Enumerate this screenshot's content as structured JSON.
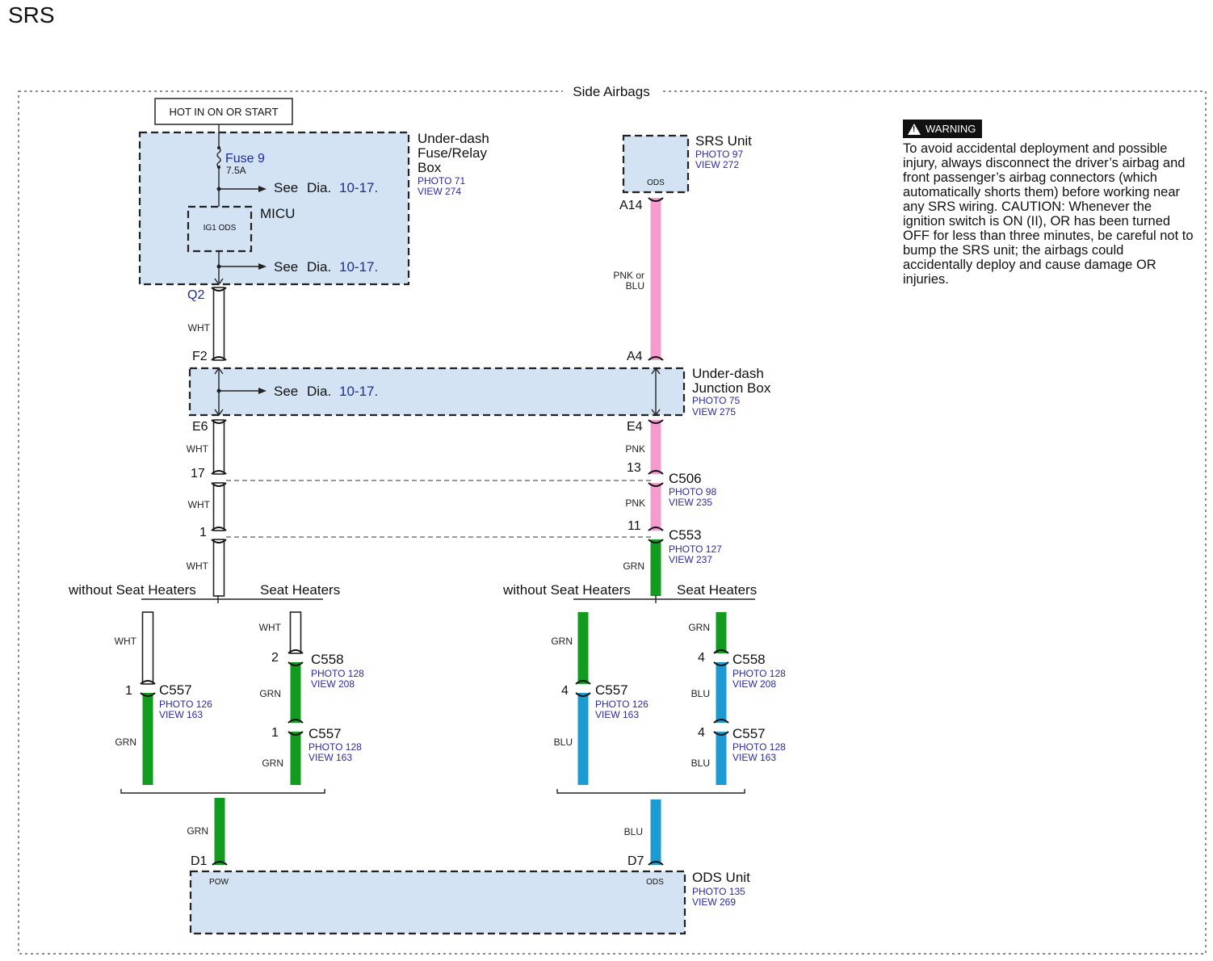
{
  "page_title": "SRS",
  "frame_title": "Side Airbags",
  "power_label": "HOT IN ON OR START",
  "see_dia": {
    "see": "See",
    "dia": "Dia.",
    "num": "10-17."
  },
  "fuse_box": {
    "name_lines": [
      "Under-dash",
      "Fuse/Relay",
      "Box"
    ],
    "photo": "PHOTO 71",
    "view": "VIEW 274",
    "fuse_name": "Fuse 9",
    "fuse_rating": "7.5A"
  },
  "micu": {
    "name": "MICU",
    "inner": "IG1 ODS"
  },
  "srs_unit": {
    "name": "SRS Unit",
    "photo": "PHOTO 97",
    "view": "VIEW 272",
    "inner": "ODS"
  },
  "junction_box": {
    "name_lines": [
      "Under-dash",
      "Junction Box"
    ],
    "photo": "PHOTO 75",
    "view": "VIEW 275"
  },
  "ods_unit": {
    "name": "ODS Unit",
    "photo": "PHOTO 135",
    "view": "VIEW 269",
    "pin_left": "POW",
    "pin_right": "ODS"
  },
  "pins": {
    "q2": "Q2",
    "f2": "F2",
    "e6": "E6",
    "a14": "A14",
    "a4": "A4",
    "e4": "E4",
    "d1": "D1",
    "d7": "D7",
    "c506_left": "17",
    "c506_right": "13",
    "c553_left": "1",
    "c553_right": "11",
    "l_c557": "1",
    "l_c558": "2",
    "l_c557b": "1",
    "r_c557": "4",
    "r_c558": "4",
    "r_c557b": "4"
  },
  "connectors": {
    "c506": {
      "name": "C506",
      "photo": "PHOTO 98",
      "view": "VIEW 235"
    },
    "c553": {
      "name": "C553",
      "photo": "PHOTO 127",
      "view": "VIEW 237"
    },
    "l_c557": {
      "name": "C557",
      "photo": "PHOTO 126",
      "view": "VIEW 163"
    },
    "l_c558": {
      "name": "C558",
      "photo": "PHOTO 128",
      "view": "VIEW 208"
    },
    "l_c557b": {
      "name": "C557",
      "photo": "PHOTO 128",
      "view": "VIEW 163"
    },
    "r_c557": {
      "name": "C557",
      "photo": "PHOTO 126",
      "view": "VIEW 163"
    },
    "r_c558": {
      "name": "C558",
      "photo": "PHOTO 128",
      "view": "VIEW 208"
    },
    "r_c557b": {
      "name": "C557",
      "photo": "PHOTO 128",
      "view": "VIEW 163"
    }
  },
  "wires": {
    "q2_f2": "WHT",
    "e6_17": "WHT",
    "w17_1": "WHT",
    "w1_split": "WHT",
    "a14_a4": "PNK or\nBLU",
    "e4_13": "PNK",
    "w13_11": "PNK",
    "w11_split": "GRN",
    "l_a_top": "WHT",
    "l_a_bot": "GRN",
    "l_b_top": "WHT",
    "l_b_mid": "GRN",
    "l_b_bot": "GRN",
    "r_a_top": "GRN",
    "r_a_bot": "BLU",
    "r_b_top": "GRN",
    "r_b_mid": "BLU",
    "r_b_bot": "BLU",
    "to_d1": "GRN",
    "to_d7": "BLU"
  },
  "variants": {
    "without": "without Seat Heaters",
    "with": "Seat Heaters"
  },
  "warning": {
    "badge": "WARNING",
    "text": "To avoid accidental deployment and possible injury, always disconnect the driver’s airbag and front passenger’s airbag connectors (which automatically shorts them) before working near any SRS wiring. CAUTION: Whenever the ignition switch is ON (II), OR has been turned OFF for less than three minutes, be careful not to bump the SRS unit; the airbags could accidentally deploy and cause damage OR injuries."
  },
  "colors": {
    "WHT": "#ffffff",
    "GRN": "#119b1f",
    "BLU": "#1b9bd1",
    "PNK": "#f49ccd",
    "box_fill": "#d3e3f4",
    "link": "#1c2a9c"
  }
}
